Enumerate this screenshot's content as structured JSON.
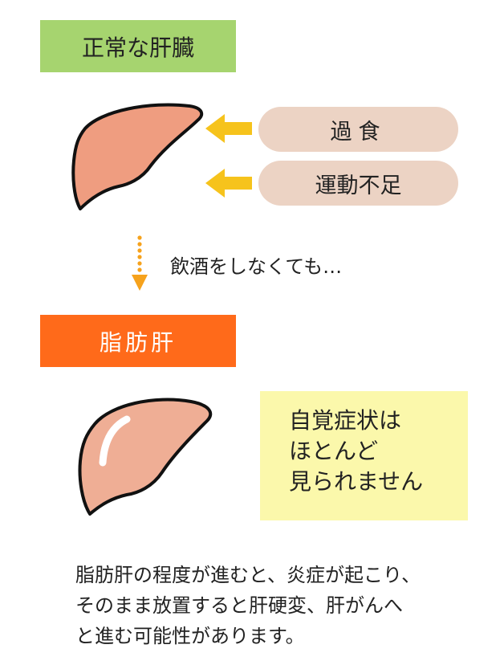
{
  "normal_label": "正常な肝臓",
  "causes": [
    "過食",
    "運動不足"
  ],
  "note": "飲酒をしなくても…",
  "fatty_label": "脂肪肝",
  "symptom_lines": [
    "自覚症状は",
    "ほとんど",
    "見られません"
  ],
  "explanation_lines": [
    "脂肪肝の程度が進むと、炎症が起こり、",
    "そのまま放置すると肝硬変、肝がんへ",
    "と進む可能性があります。"
  ],
  "colors": {
    "normal_label_bg": "#a6d46f",
    "fatty_label_bg": "#ff6a1a",
    "cause_pill_bg": "#ecd3c4",
    "arrow": "#f6c31c",
    "down_arrow": "#f6a21c",
    "normal_liver": "#ef9d80",
    "fatty_liver": "#efae95",
    "symptom_bg": "#fbf8ab"
  },
  "icons": [
    "normal-liver-icon",
    "fatty-liver-icon",
    "left-arrow-icon",
    "down-arrow-icon"
  ]
}
